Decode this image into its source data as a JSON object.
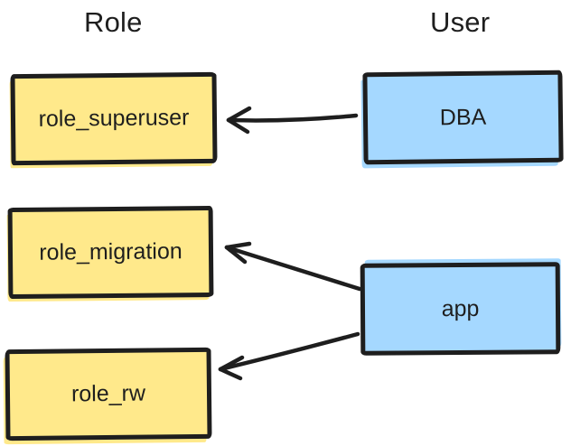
{
  "diagram": {
    "columns": [
      {
        "label": "Role"
      },
      {
        "label": "User"
      }
    ],
    "roles": [
      {
        "label": "role_superuser"
      },
      {
        "label": "role_migration"
      },
      {
        "label": "role_rw"
      }
    ],
    "users": [
      {
        "label": "DBA"
      },
      {
        "label": "app"
      }
    ],
    "edges": [
      {
        "from": "DBA",
        "to": "role_superuser"
      },
      {
        "from": "app",
        "to": "role_migration"
      },
      {
        "from": "app",
        "to": "role_rw"
      }
    ],
    "colors": {
      "role_fill": "#ffe98b",
      "user_fill": "#a5d8ff",
      "stroke": "#1e1e1e",
      "background": "#ffffff"
    }
  }
}
